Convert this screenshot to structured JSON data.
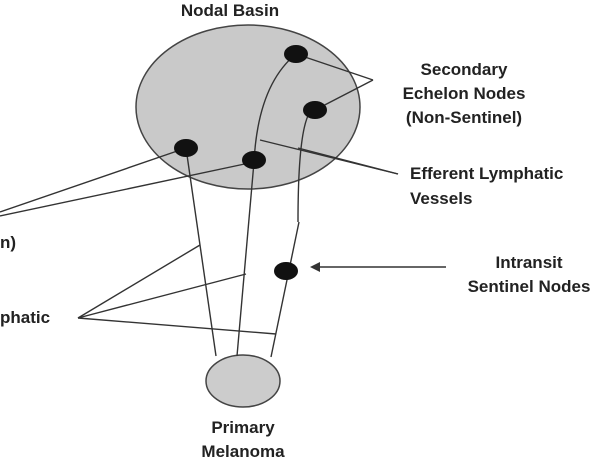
{
  "labels": {
    "nodal_basin": "Nodal Basin",
    "secondary_line1": "Secondary",
    "secondary_line2": "Echelon Nodes",
    "secondary_line3": "(Non-Sentinel)",
    "efferent_line1": "Efferent Lymphatic",
    "efferent_line2": "Vessels",
    "intransit_line1": "Intransit",
    "intransit_line2": "Sentinel Nodes",
    "left_cut_upper": "n)",
    "left_cut_lower": "phatic",
    "primary_line1": "Primary",
    "primary_line2": "Melanoma"
  },
  "colors": {
    "basin_fill": "#c9c9c9",
    "node_fill": "#111111",
    "line": "#333333",
    "text": "#222222"
  }
}
